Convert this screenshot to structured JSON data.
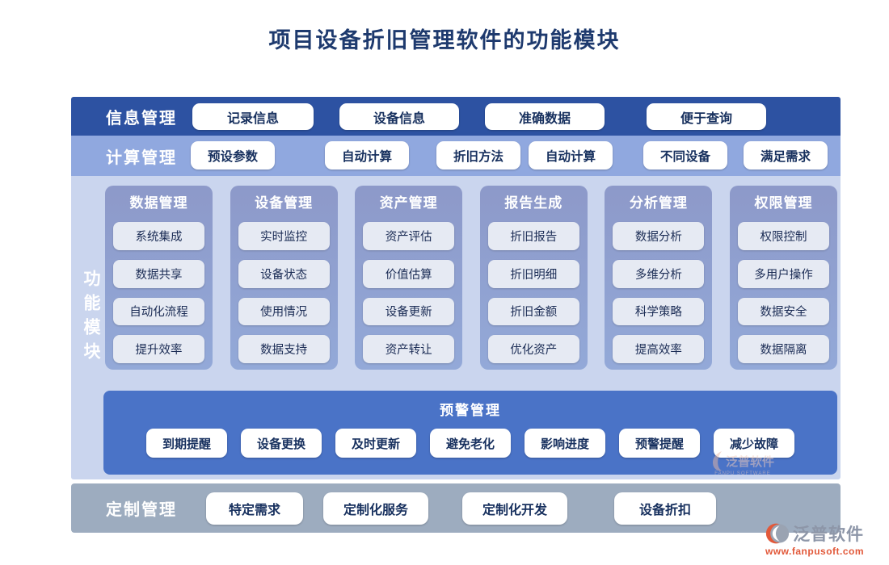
{
  "page": {
    "title": "项目设备折旧管理软件的功能模块"
  },
  "info_row": {
    "label": "信息管理",
    "buttons": [
      "记录信息",
      "设备信息",
      "准确数据",
      "便于查询"
    ]
  },
  "calc_row": {
    "label": "计算管理",
    "buttons": [
      "预设参数",
      "自动计算",
      "折旧方法",
      "自动计算",
      "不同设备",
      "满足需求"
    ]
  },
  "main": {
    "side_label": "功能模块",
    "groups": [
      {
        "title": "数据管理",
        "items": [
          "系统集成",
          "数据共享",
          "自动化流程",
          "提升效率"
        ]
      },
      {
        "title": "设备管理",
        "items": [
          "实时监控",
          "设备状态",
          "使用情况",
          "数据支持"
        ]
      },
      {
        "title": "资产管理",
        "items": [
          "资产评估",
          "价值估算",
          "设备更新",
          "资产转让"
        ]
      },
      {
        "title": "报告生成",
        "items": [
          "折旧报告",
          "折旧明细",
          "折旧金额",
          "优化资产"
        ]
      },
      {
        "title": "分析管理",
        "items": [
          "数据分析",
          "多维分析",
          "科学策略",
          "提高效率"
        ]
      },
      {
        "title": "权限管理",
        "items": [
          "权限控制",
          "多用户操作",
          "数据安全",
          "数据隔离"
        ]
      }
    ],
    "warning": {
      "title": "预警管理",
      "buttons": [
        "到期提醒",
        "设备更换",
        "及时更新",
        "避免老化",
        "影响进度",
        "预警提醒",
        "减少故障"
      ]
    }
  },
  "custom_row": {
    "label": "定制管理",
    "buttons": [
      "特定需求",
      "定制化服务",
      "定制化开发",
      "设备折扣"
    ]
  },
  "branding": {
    "name": "泛普软件",
    "url": "www.fanpusoft.com",
    "watermark_sub": "FANPU SOFTWARE"
  },
  "colors": {
    "title_navy": "#1e3a6e",
    "info_row_blue": "#2d52a2",
    "calc_row_blue": "#90a8df",
    "board_blue": "#cad5ee",
    "group_panel_blue": "#8d99c9",
    "warning_blue": "#4a73c7",
    "custom_gray": "#9dacbf",
    "pill_text_navy": "#17305e",
    "brand_orange": "#e2593a"
  }
}
